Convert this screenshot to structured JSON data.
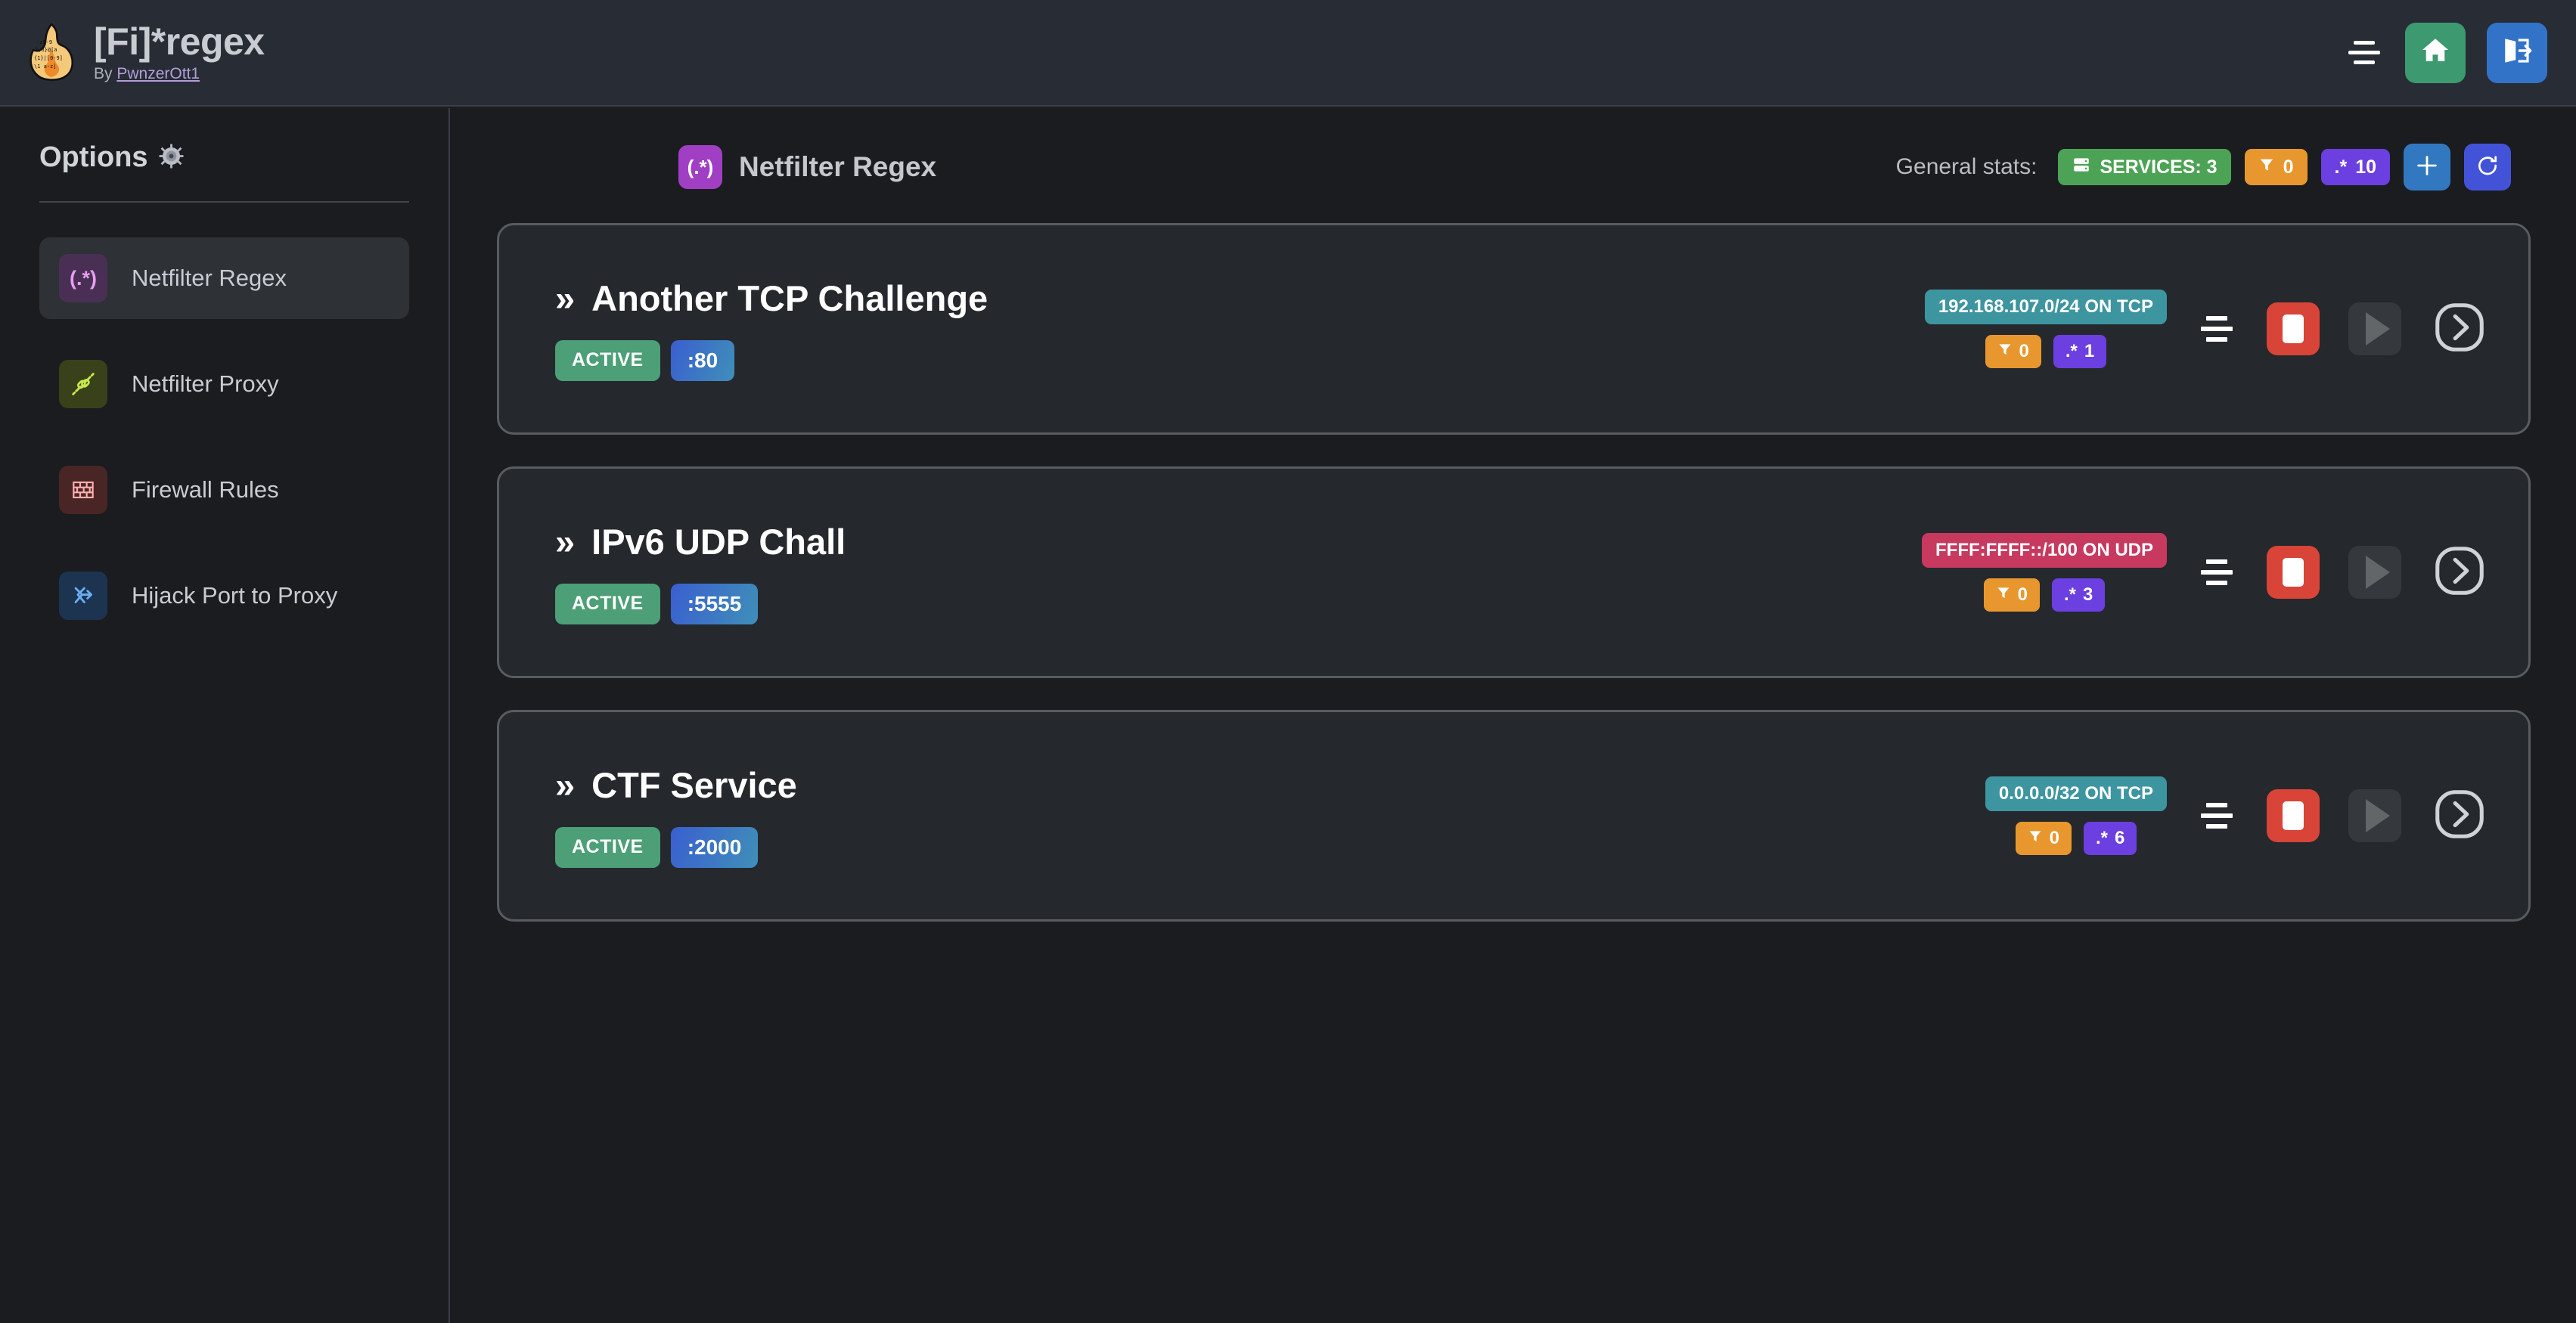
{
  "header": {
    "logo_icon": "flame-regex-logo",
    "app_title": "[Fi]*regex",
    "by_prefix": "By ",
    "author": "PwnzerOtt1",
    "menu_icon": "hamburger-icon",
    "home_icon": "home-icon",
    "logout_icon": "logout-icon"
  },
  "sidebar": {
    "title": "Options",
    "gear_icon": "⚙",
    "items": [
      {
        "label": "Netfilter Regex",
        "icon": "(.*)",
        "icon_name": "regex-icon",
        "active": true
      },
      {
        "label": "Netfilter Proxy",
        "icon": "⚭",
        "icon_name": "link-icon",
        "active": false
      },
      {
        "label": "Firewall Rules",
        "icon": "▦",
        "icon_name": "brick-wall-icon",
        "active": false
      },
      {
        "label": "Hijack Port to Proxy",
        "icon": "⑂",
        "icon_name": "fork-arrow-icon",
        "active": false
      }
    ]
  },
  "main": {
    "page_icon": "(.*)",
    "page_title": "Netfilter Regex",
    "stats_label": "General stats:",
    "stats": {
      "services_icon": "server-stack-icon",
      "services_text": "SERVICES: 3",
      "filters_icon": "filter-icon",
      "filters_count": "0",
      "regex_icon": ".*",
      "regex_count": "10"
    },
    "add_button_icon": "plus-icon",
    "refresh_button_icon": "refresh-icon",
    "services": [
      {
        "chevron": "»",
        "name": "Another TCP Challenge",
        "status": "ACTIVE",
        "port": ":80",
        "network": "192.168.107.0/24 ON TCP",
        "protocol": "tcp",
        "filters_count": "0",
        "regex_count": "1",
        "align_icon": "align-center-icon",
        "stop_icon": "stop-icon",
        "play_icon": "play-icon",
        "detail_icon": "chevron-right-icon"
      },
      {
        "chevron": "»",
        "name": "IPv6 UDP Chall",
        "status": "ACTIVE",
        "port": ":5555",
        "network": "FFFF:FFFF::/100 ON UDP",
        "protocol": "udp",
        "filters_count": "0",
        "regex_count": "3",
        "align_icon": "align-center-icon",
        "stop_icon": "stop-icon",
        "play_icon": "play-icon",
        "detail_icon": "chevron-right-icon"
      },
      {
        "chevron": "»",
        "name": "CTF Service",
        "status": "ACTIVE",
        "port": ":2000",
        "network": "0.0.0.0/32 ON TCP",
        "protocol": "tcp",
        "filters_count": "0",
        "regex_count": "6",
        "align_icon": "align-center-icon",
        "stop_icon": "stop-icon",
        "play_icon": "play-icon",
        "detail_icon": "chevron-right-icon"
      }
    ]
  },
  "colors": {
    "header_bg": "#272c35",
    "body_bg": "#1a1c20",
    "card_bg": "#25282d",
    "card_border": "#585c61",
    "accent_green": "#4da355",
    "accent_orange": "#e8972e",
    "accent_purple": "#6c3fe0",
    "accent_teal": "#3d95a0",
    "accent_pink": "#c7395f",
    "accent_red": "#d84437",
    "accent_blue": "#3278c0"
  }
}
